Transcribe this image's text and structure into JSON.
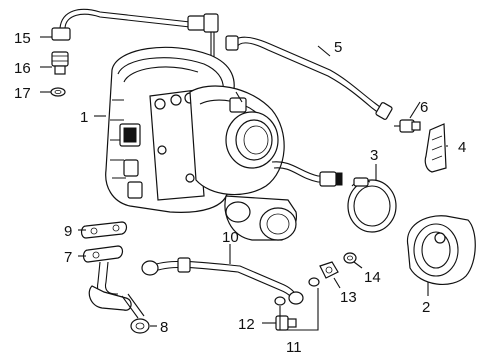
{
  "colors": {
    "line": "#111111",
    "background": "#ffffff"
  },
  "callouts": [
    "1",
    "2",
    "3",
    "4",
    "5",
    "6",
    "7",
    "8",
    "9",
    "10",
    "11",
    "12",
    "13",
    "14",
    "15",
    "16",
    "17"
  ]
}
